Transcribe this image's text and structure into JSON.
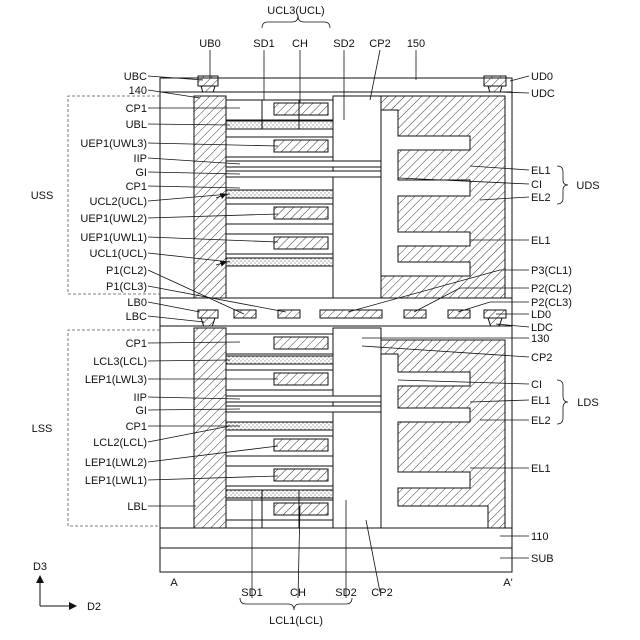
{
  "figure": {
    "top_labels": {
      "group": "UCL3(UCL)",
      "ub0": "UB0",
      "sd1": "SD1",
      "ch": "CH",
      "sd2": "SD2",
      "cp2": "CP2",
      "n150": "150"
    },
    "bottom_labels": {
      "sd1": "SD1",
      "ch": "CH",
      "sd2": "SD2",
      "cp2": "CP2",
      "group": "LCL1(LCL)"
    },
    "left_labels": [
      "UBC",
      "140",
      "CP1",
      "UBL",
      "UEP1(UWL3)",
      "IIP",
      "GI",
      "CP1",
      "UCL2(UCL)",
      "UEP1(UWL2)",
      "UEP1(UWL1)",
      "UCL1(UCL)",
      "P1(CL2)",
      "P1(CL3)",
      "LB0",
      "LBC",
      "CP1",
      "LCL3(LCL)",
      "LEP1(LWL3)",
      "IIP",
      "GI",
      "CP1",
      "LCL2(LCL)",
      "LEP1(LWL2)",
      "LEP1(LWL1)",
      "LBL"
    ],
    "right_labels": [
      "UD0",
      "UDC",
      "EL1",
      "CI",
      "EL2",
      "EL1",
      "P3(CL1)",
      "P2(CL2)",
      "P2(CL3)",
      "LD0",
      "LDC",
      "130",
      "CP2",
      "CI",
      "EL1",
      "EL2",
      "EL1",
      "110",
      "SUB"
    ],
    "side_groups": {
      "uss": "USS",
      "uds": "UDS",
      "lss": "LSS",
      "lds": "LDS"
    },
    "section_ends": {
      "left": "A",
      "right": "A'"
    },
    "axes": {
      "vertical": "D3",
      "horizontal": "D2"
    }
  }
}
